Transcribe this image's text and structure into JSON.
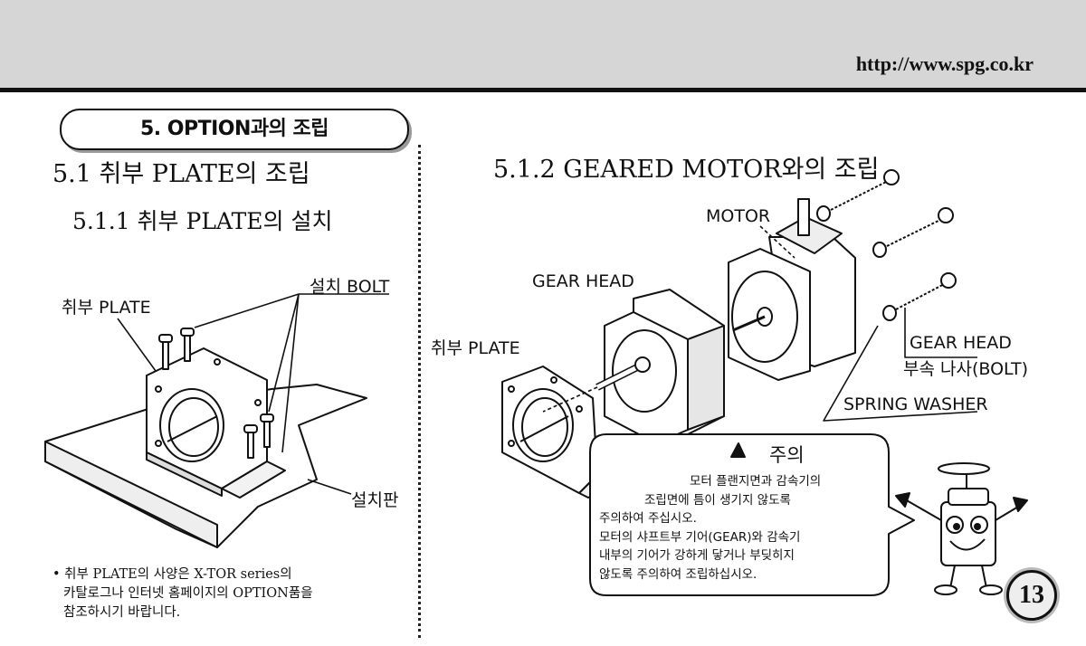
{
  "header": {
    "url": "http://www.spg.co.kr"
  },
  "section": {
    "title": "5. OPTION과의 조립",
    "h1": "5.1 취부 PLATE의 조립",
    "h2": "5.1.1 취부 PLATE의 설치",
    "h3": "5.1.2 GEARED MOTOR와의 조립"
  },
  "left_figure": {
    "plate_label": "취부 PLATE",
    "bolt_label": "설치 BOLT",
    "board_label": "설치판"
  },
  "right_figure": {
    "motor_label": "MOTOR",
    "gearhead_label": "GEAR HEAD",
    "plate_label": "취부 PLATE",
    "bolt_label_1": "GEAR HEAD",
    "bolt_label_2": "부속 나사(BOLT)",
    "washer_label": "SPRING WASHER"
  },
  "note": {
    "lines": [
      "• 취부 PLATE의 사양은 X-TOR series의",
      "카탈로그나 인터넷 홈페이지의 OPTION품을",
      "참조하시기 바랍니다."
    ]
  },
  "caution": {
    "title": "주의",
    "lines": [
      "모터 플랜지면과 감속기의",
      "조립면에 틈이 생기지 않도록",
      "주의하여 주십시오.",
      "모터의 샤프트부 기어(GEAR)와 감속기",
      "내부의 기어가 강하게 닿거나 부딪히지",
      "않도록 주의하여 조립하십시오."
    ]
  },
  "page": {
    "number": "13"
  }
}
